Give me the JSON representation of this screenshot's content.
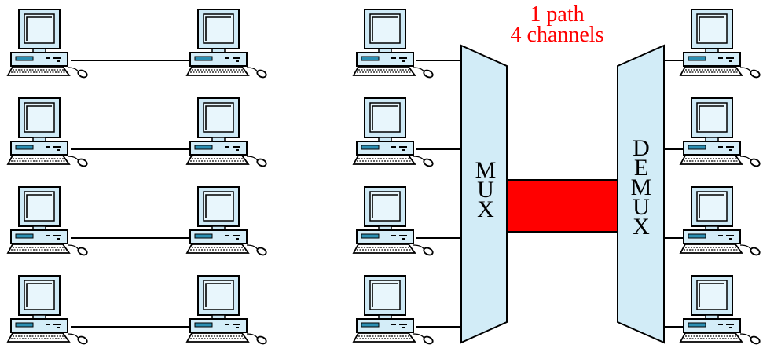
{
  "colors": {
    "screen": "#cfeaf6",
    "body": "#d4edf8",
    "outline": "#000000",
    "link": "#000000",
    "mux_fill": "#d2ecf7",
    "path_fill": "#ff0000",
    "caption": "#ff0000"
  },
  "left_panel": {
    "pairs": 4,
    "icon": "desktop-computer-icon"
  },
  "right_panel": {
    "senders": 4,
    "receivers": 4,
    "icon": "desktop-computer-icon",
    "mux_letters": [
      "M",
      "U",
      "X"
    ],
    "demux_letters": [
      "D",
      "E",
      "M",
      "U",
      "X"
    ],
    "caption_line1": "1 path",
    "caption_line2": "4 channels"
  }
}
